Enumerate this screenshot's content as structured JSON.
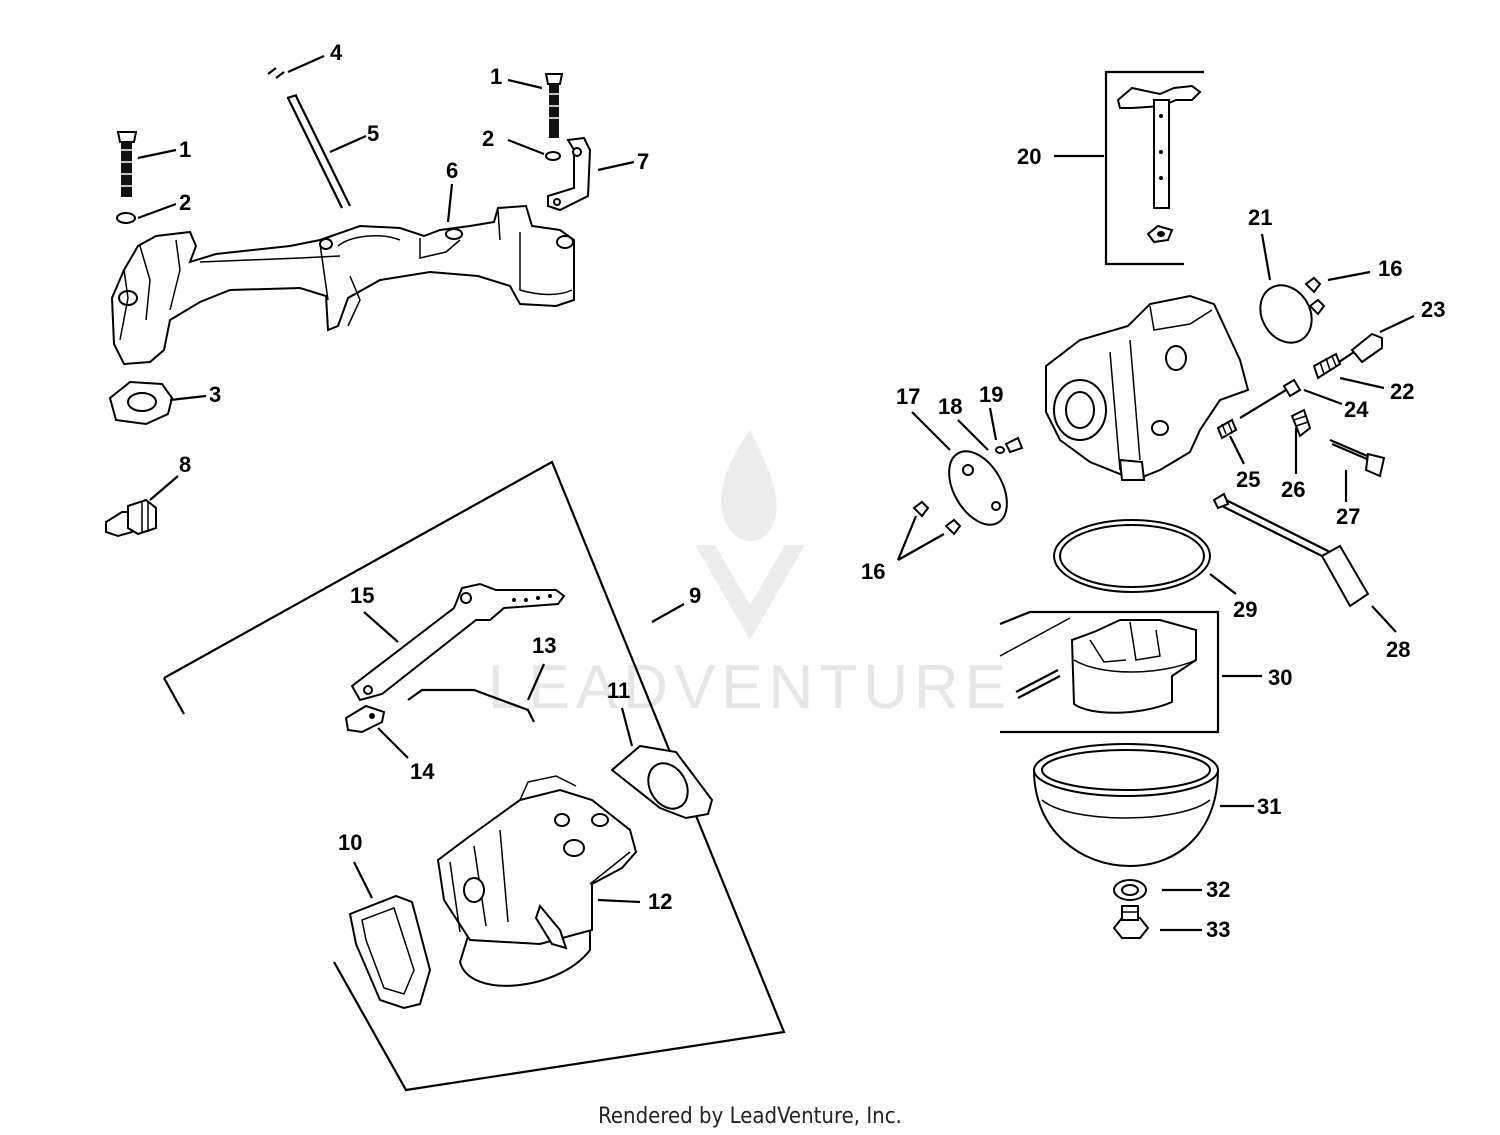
{
  "watermark": {
    "text": "LEADVENTURE",
    "color": "#e6e6e6"
  },
  "footer": {
    "text": "Rendered by LeadVenture, Inc."
  },
  "callouts": {
    "c1a": "1",
    "c2a": "2",
    "c4": "4",
    "c5": "5",
    "c1b": "1",
    "c2b": "2",
    "c7": "7",
    "c6": "6",
    "c3": "3",
    "c8": "8",
    "c9": "9",
    "c15": "15",
    "c13": "13",
    "c11": "11",
    "c14": "14",
    "c10": "10",
    "c12": "12",
    "c20": "20",
    "c21": "21",
    "c16a": "16",
    "c23": "23",
    "c22": "22",
    "c24": "24",
    "c17": "17",
    "c18": "18",
    "c19": "19",
    "c25": "25",
    "c26": "26",
    "c27": "27",
    "c16b": "16",
    "c29": "29",
    "c28": "28",
    "c30": "30",
    "c31": "31",
    "c32": "32",
    "c33": "33"
  }
}
